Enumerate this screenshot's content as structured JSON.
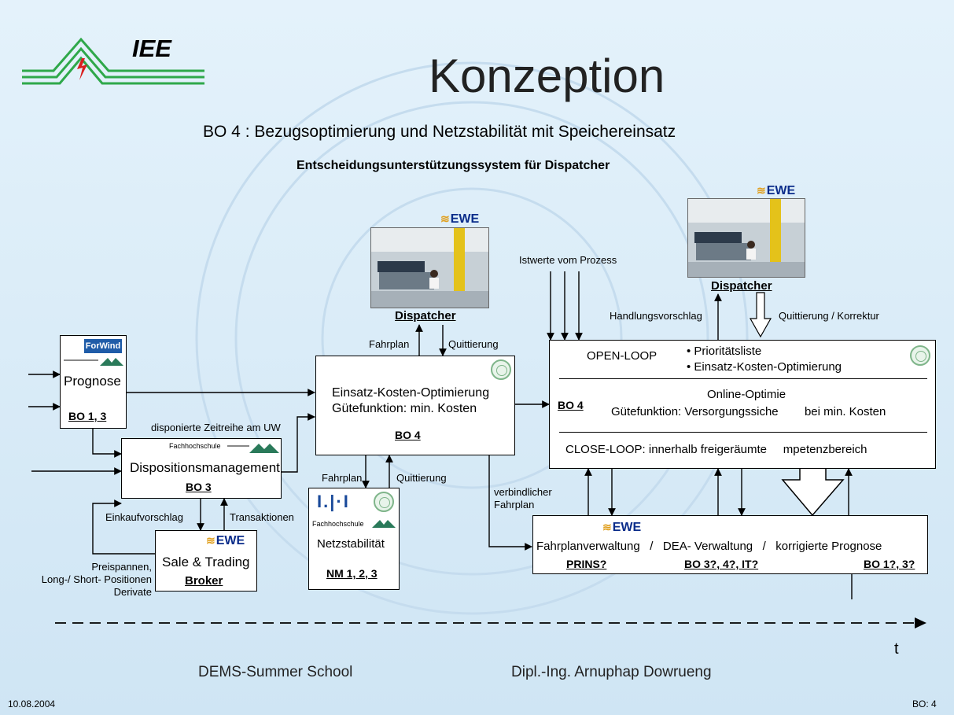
{
  "header": {
    "logo_text": "IEE",
    "title": "Konzeption",
    "subtitle": "BO 4 : Bezugsoptimierung und Netzstabilität mit Speichereinsatz",
    "section": "Entscheidungsunterstützungssystem für Dispatcher"
  },
  "prognose": {
    "label": "Prognose",
    "code": "BO 1, 3",
    "badge": "ForWind"
  },
  "dispo": {
    "label": "Dispositionsmanagement",
    "code": "BO 3",
    "input_label": "disponierte Zeitreihe am UW",
    "fh_text": "Fachhochschule"
  },
  "sale": {
    "line1": "Sale & Trading",
    "line2": "Broker",
    "left_label_1": "Preispannen,",
    "left_label_2": "Long-/ Short- Positionen",
    "left_label_3": "Derivate",
    "up_label": "Transaktionen",
    "down_label": "Einkaufvorschlag"
  },
  "center": {
    "line1": "Einsatz-Kosten-Optimierung",
    "line2": "Gütefunktion: min. Kosten",
    "code": "BO 4",
    "up_label": "Fahrplan",
    "down_label": "Quittierung",
    "out_label_1": "verbindlicher",
    "out_label_2": "Fahrplan"
  },
  "dispatcher_left": {
    "label": "Dispatcher"
  },
  "dispatcher_right": {
    "label": "Dispatcher",
    "down_label": "Quittierung / Korrektur",
    "up_label": "Handlungsvorschlag"
  },
  "netz": {
    "label": "Netzstabilität",
    "code": "NM 1, 2, 3",
    "up_label": "Quittierung",
    "down_label": "Fahrplan",
    "logo_text": "I.|·I",
    "fh_text": "Fachhochschule"
  },
  "ewe_text": "EWE",
  "right_box": {
    "open_loop": "OPEN-LOOP",
    "bullets": [
      "• Prioritätsliste",
      "• Einsatz-Kosten-Optimierung"
    ],
    "online_line1": "Online-Optimie",
    "online_line2": "Gütefunktion: Versorgungssiche        bei min. Kosten",
    "code": "BO 4",
    "close_loop": "CLOSE-LOOP: innerhalb freigeräumte     mpetenzbereich",
    "istwerte": "Istwerte vom Prozess"
  },
  "bottom_box": {
    "line": "Fahrplanverwaltung   /   DEA- Verwaltung   /   korrigierte Prognose",
    "code1": "PRINS?",
    "code2": "BO 3?, 4?, IT?",
    "code3": "BO 1?, 3?"
  },
  "timeline": {
    "axis_label": "t"
  },
  "footer": {
    "left": "DEMS-Summer School",
    "right": "Dipl.-Ing. Arnuphap Dowrueng",
    "date": "10.08.2004",
    "page": "BO: 4"
  },
  "colors": {
    "background": "#d9ecf8",
    "title": "#222222",
    "logo_green": "#2fa84a",
    "logo_red": "#d92020",
    "ewe_blue": "#0a2c8a"
  }
}
